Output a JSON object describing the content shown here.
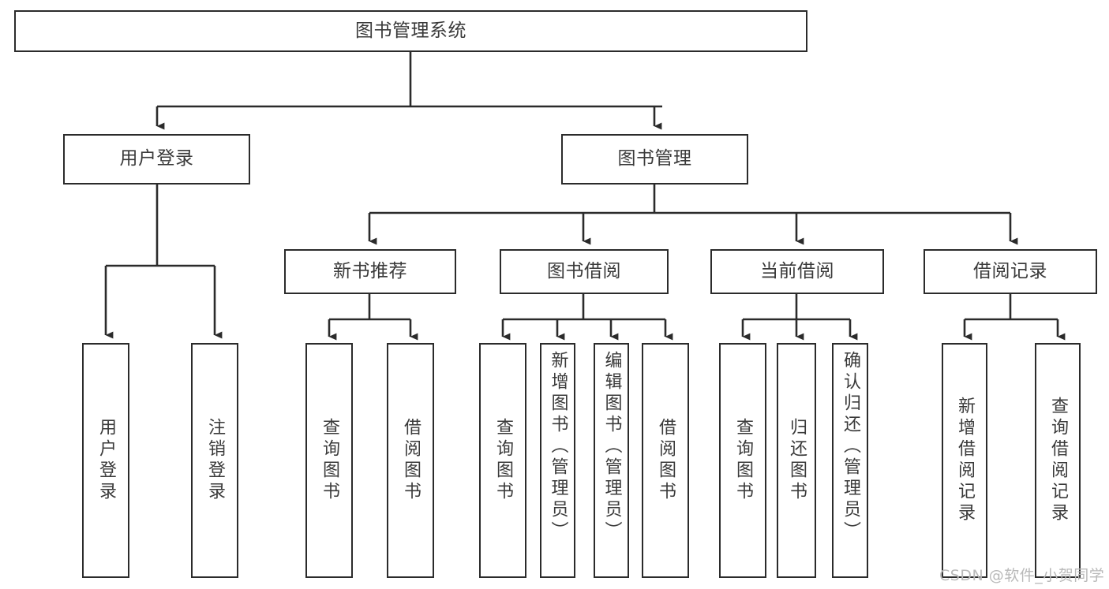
{
  "diagram": {
    "type": "tree-hierarchy",
    "background_color": "#ffffff",
    "line_color": "#2b2b2b",
    "text_color": "#3a3a3a",
    "root": {
      "id": "root",
      "label": "图书管理系统"
    },
    "level2": [
      {
        "id": "user-login",
        "label": "用户登录"
      },
      {
        "id": "book-management",
        "label": "图书管理"
      }
    ],
    "level3": [
      {
        "id": "new-book-recommend",
        "label": "新书推荐",
        "parent": "book-management"
      },
      {
        "id": "book-borrow",
        "label": "图书借阅",
        "parent": "book-management"
      },
      {
        "id": "current-borrow",
        "label": "当前借阅",
        "parent": "book-management"
      },
      {
        "id": "borrow-record",
        "label": "借阅记录",
        "parent": "book-management"
      }
    ],
    "leaves": [
      {
        "id": "leaf-user-login",
        "label": "用户登录",
        "parent": "user-login"
      },
      {
        "id": "leaf-user-logout",
        "label": "注销登录",
        "parent": "user-login"
      },
      {
        "id": "leaf-query-book-1",
        "label": "查询图书",
        "parent": "new-book-recommend"
      },
      {
        "id": "leaf-borrow-book-1",
        "label": "借阅图书",
        "parent": "new-book-recommend"
      },
      {
        "id": "leaf-query-book-2",
        "label": "查询图书",
        "parent": "book-borrow"
      },
      {
        "id": "leaf-add-book",
        "label": "新增图书（管理员）",
        "parent": "book-borrow"
      },
      {
        "id": "leaf-edit-book",
        "label": "编辑图书（管理员）",
        "parent": "book-borrow"
      },
      {
        "id": "leaf-borrow-book-2",
        "label": "借阅图书",
        "parent": "book-borrow"
      },
      {
        "id": "leaf-query-book-3",
        "label": "查询图书",
        "parent": "current-borrow"
      },
      {
        "id": "leaf-return-book",
        "label": "归还图书",
        "parent": "current-borrow"
      },
      {
        "id": "leaf-confirm-return",
        "label": "确认归还（管理员）",
        "parent": "current-borrow"
      },
      {
        "id": "leaf-add-record",
        "label": "新增借阅记录",
        "parent": "borrow-record"
      },
      {
        "id": "leaf-query-record",
        "label": "查询借阅记录",
        "parent": "borrow-record"
      }
    ]
  },
  "watermark": {
    "text": "CSDN @软件_小贺同学"
  }
}
